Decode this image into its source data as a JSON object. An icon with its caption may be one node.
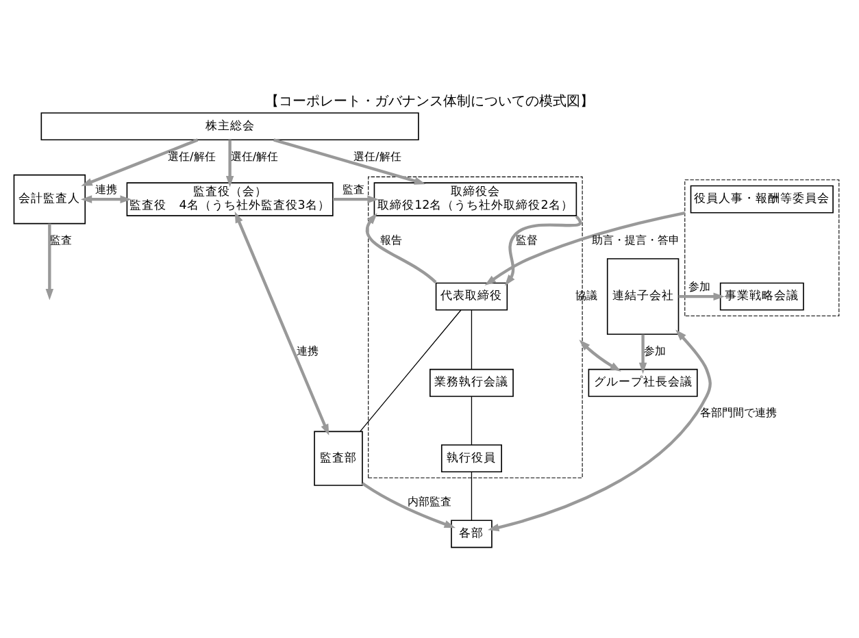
{
  "diagram": {
    "title": "【コーポレート・ガバナンス体制についての模式図】",
    "nodes": [
      {
        "text": [
          "株主総会"
        ]
      },
      {
        "text": [
          "会計監査人"
        ]
      },
      {
        "text": [
          "監査役（会）",
          "監査役　4名（うち社外監査役3名）"
        ]
      },
      {
        "text": [],
        "shape": "box"
      },
      {
        "text": [
          "取締役会",
          "取締役12名（うち社外取締役2名）"
        ],
        "in": 3
      },
      {
        "text": [
          "代表取締役"
        ],
        "in": 3
      },
      {
        "text": [
          "業務執行会議"
        ],
        "in": 3
      },
      {
        "text": [
          "執行役員"
        ],
        "in": 3
      },
      {
        "text": [],
        "shape": "box"
      },
      {
        "text": [
          "役員人事・報酬等委員会"
        ],
        "in": 8
      },
      {
        "text": [
          "事業戦略会議"
        ],
        "in": 8
      },
      {
        "text": [
          "グループ社長会議"
        ]
      },
      {
        "text": [
          "連結子会社"
        ]
      },
      {
        "text": [
          "監査部"
        ]
      },
      {
        "text": [
          "各部"
        ]
      }
    ],
    "edges": [
      {
        "from": 0,
        "to": 1,
        "arrow": "to",
        "label": "選任/解任"
      },
      {
        "from": 0,
        "to": 2,
        "arrow": "to",
        "label": "選任/解任"
      },
      {
        "from": 0,
        "to": 4,
        "arrow": "to",
        "label": "選任/解任"
      },
      {
        "from": 1,
        "to": 2,
        "arrow": "both",
        "label": "連携"
      },
      {
        "from": 1,
        "to": null,
        "arrow": "to",
        "label": "監査"
      },
      {
        "from": 2,
        "to": 4,
        "arrow": "to",
        "label": "監査"
      },
      {
        "from": 5,
        "to": 4,
        "arrow": "to",
        "label": "報告"
      },
      {
        "from": 4,
        "to": 5,
        "arrow": "to",
        "label": "監督"
      },
      {
        "from": 5,
        "to": 6,
        "arrow": "none",
        "color": "#000000"
      },
      {
        "from": 6,
        "to": 7,
        "arrow": "none",
        "color": "#000000"
      },
      {
        "from": 7,
        "to": 14,
        "arrow": "none",
        "color": "#000000"
      },
      {
        "from": 5,
        "to": 13,
        "arrow": "none",
        "color": "#000000"
      },
      {
        "from": 2,
        "to": 13,
        "arrow": "both",
        "label": "連携"
      },
      {
        "from": 8,
        "to": 5,
        "arrow": "to",
        "label": "助言・提言・答申"
      },
      {
        "from": 12,
        "to": 10,
        "arrow": "to",
        "label": "参加"
      },
      {
        "from": 3,
        "to": 11,
        "arrow": "both",
        "label": "協議"
      },
      {
        "from": 12,
        "to": 11,
        "arrow": "to",
        "label": "参加"
      },
      {
        "from": 13,
        "to": 14,
        "arrow": "to",
        "label": "内部監査"
      },
      {
        "from": 14,
        "to": 12,
        "arrow": "both",
        "label": "各部門間で連携"
      }
    ]
  }
}
